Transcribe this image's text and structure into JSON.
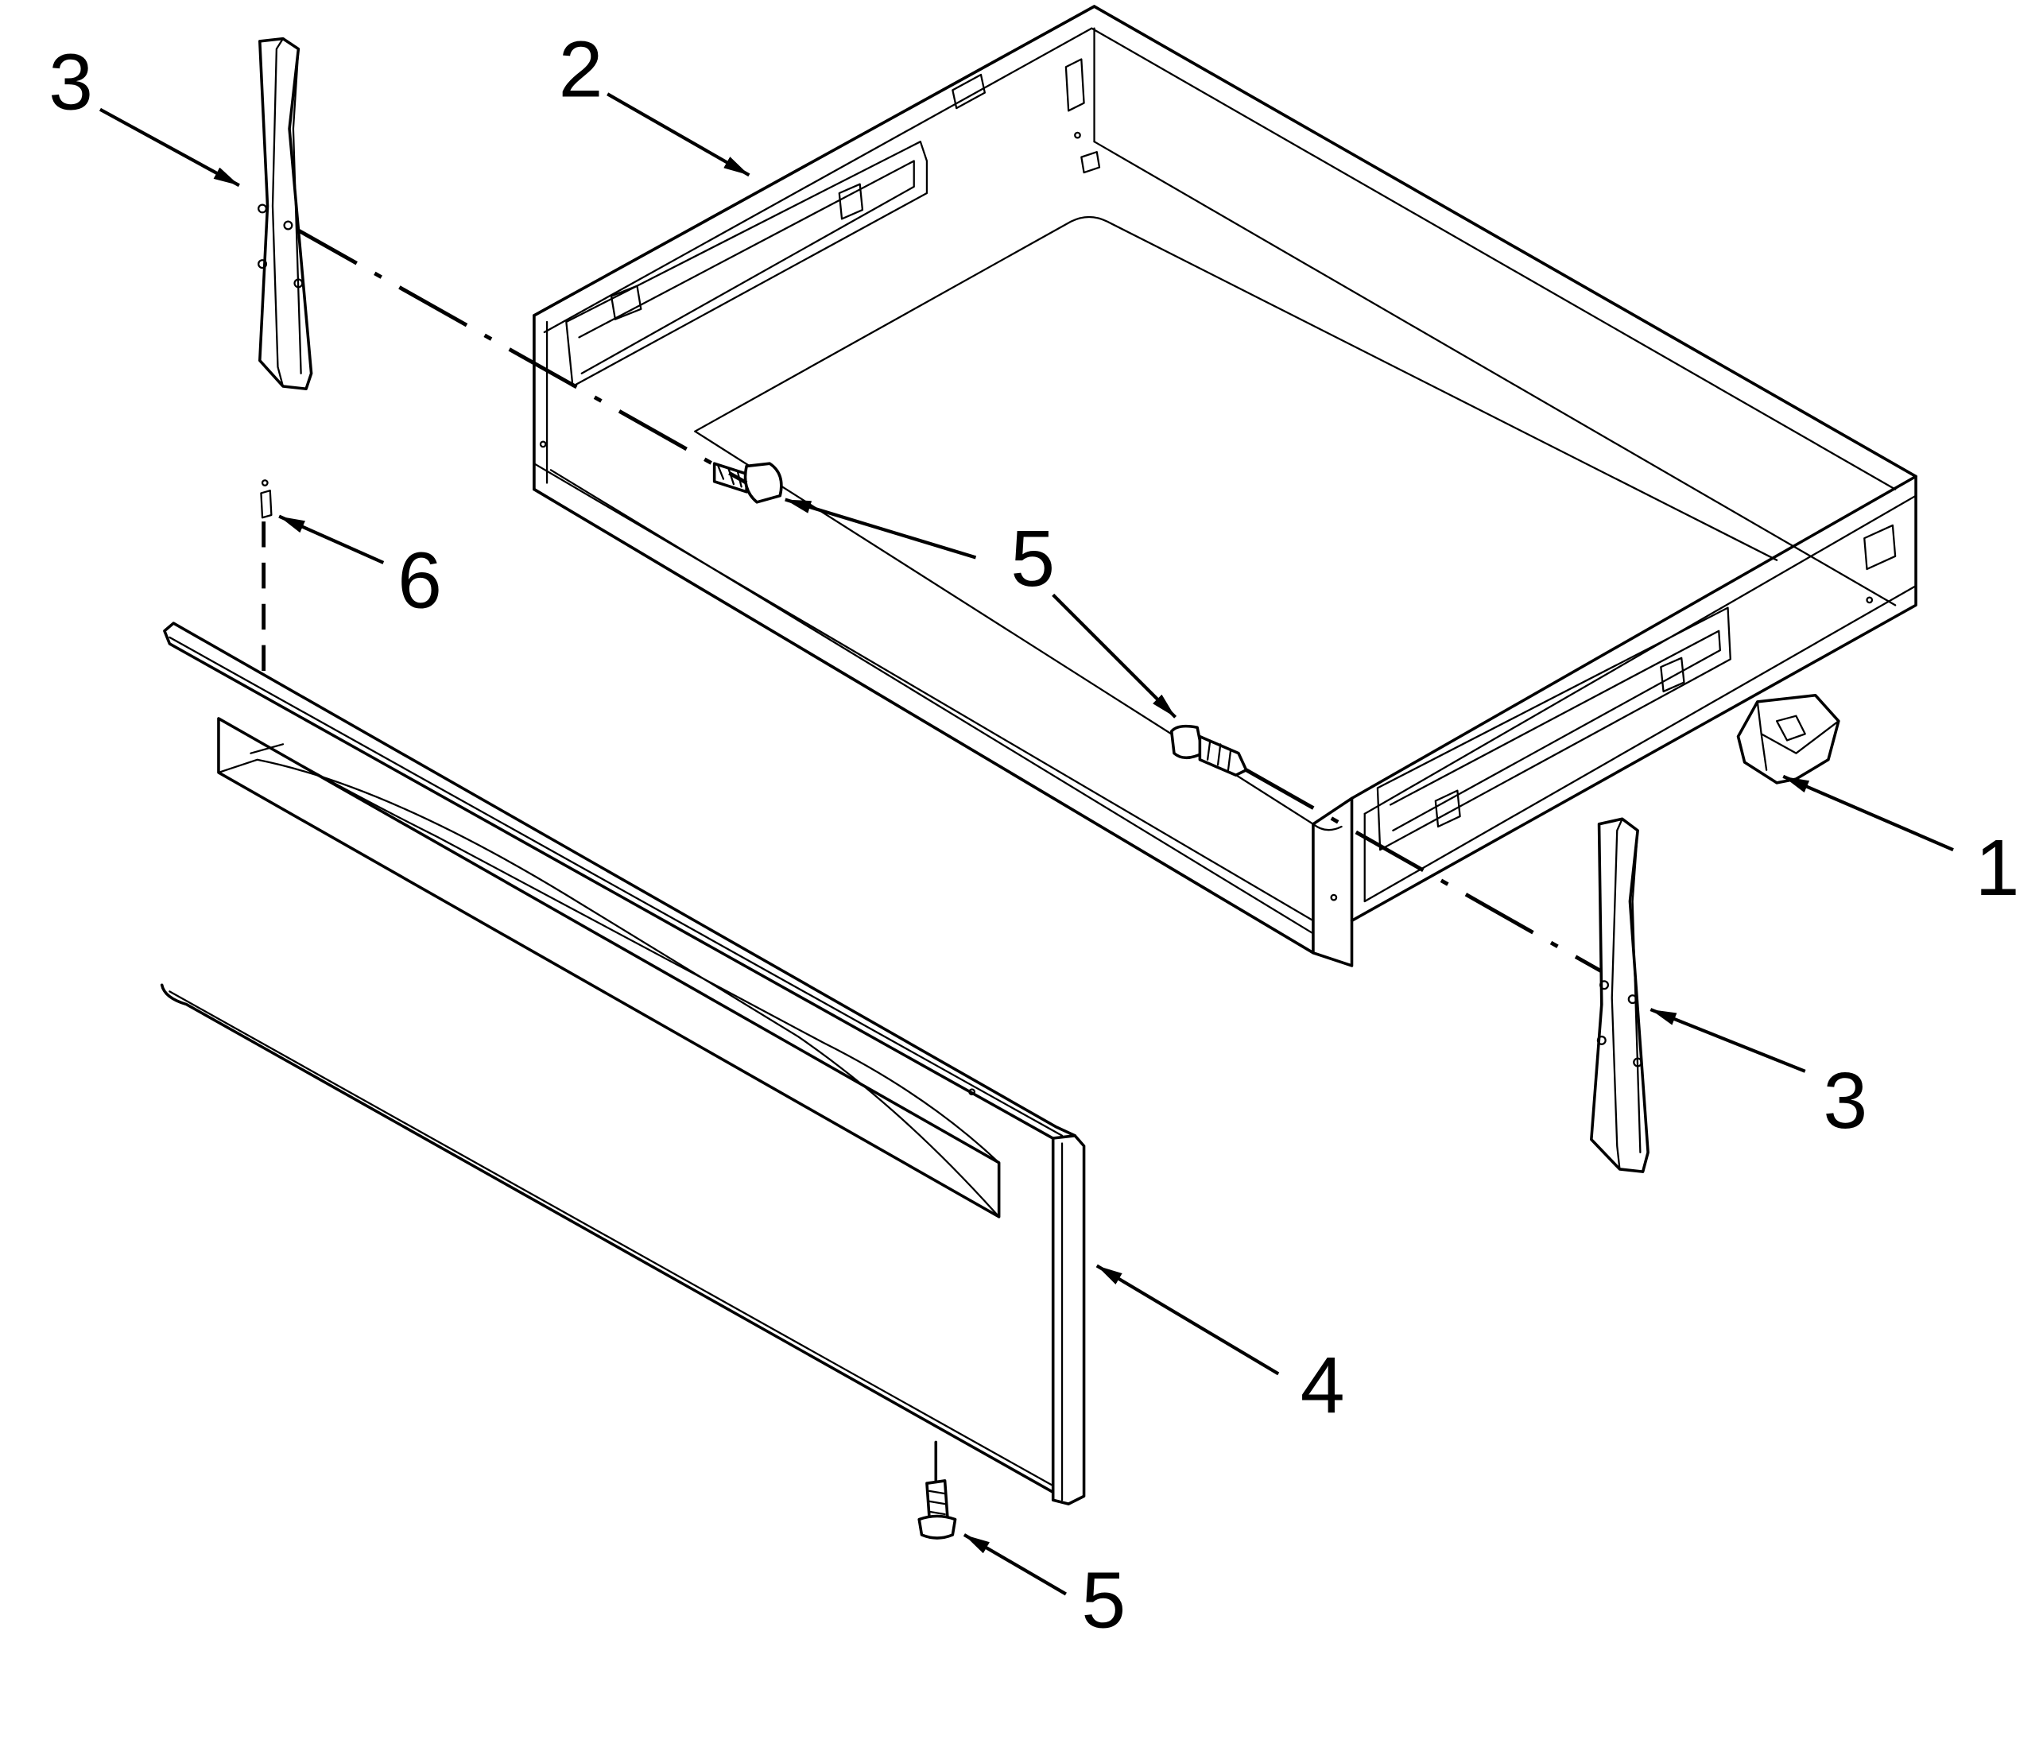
{
  "callouts": {
    "c1": "1",
    "c2": "2",
    "c3a": "3",
    "c3b": "3",
    "c4": "4",
    "c5a": "5",
    "c5b": "5",
    "c6": "6"
  }
}
